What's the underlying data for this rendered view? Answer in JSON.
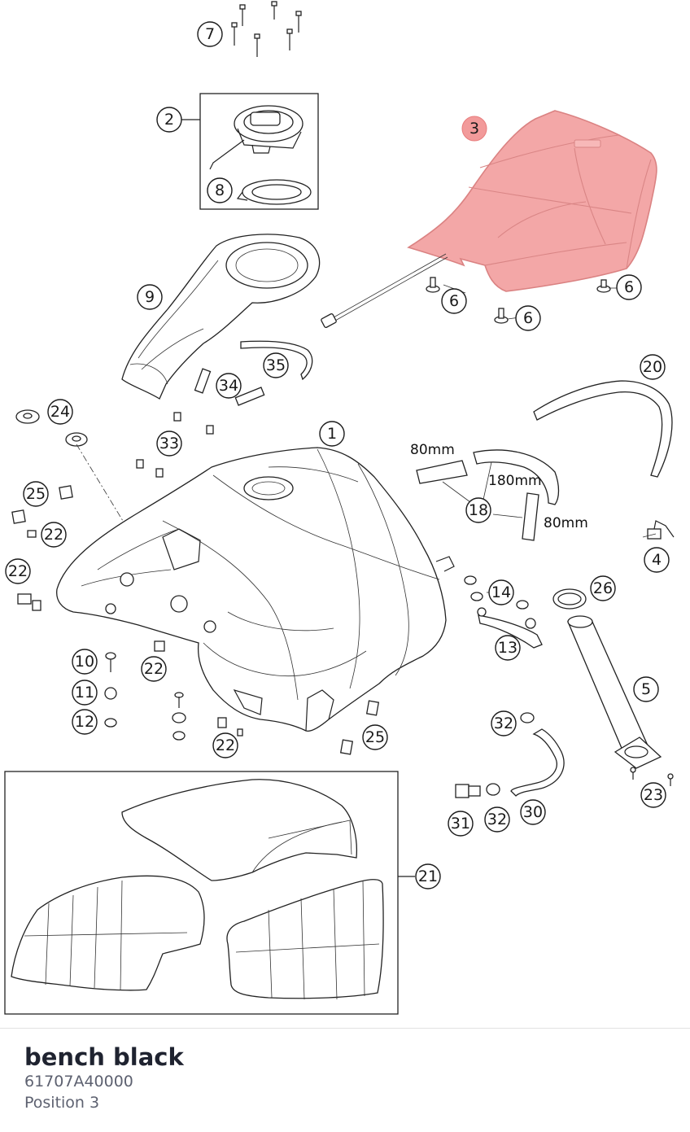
{
  "callouts": [
    {
      "id": "c7",
      "label": "7"
    },
    {
      "id": "c2",
      "label": "2"
    },
    {
      "id": "c8",
      "label": "8"
    },
    {
      "id": "c3",
      "label": "3"
    },
    {
      "id": "c9",
      "label": "9"
    },
    {
      "id": "c6a",
      "label": "6"
    },
    {
      "id": "c6b",
      "label": "6"
    },
    {
      "id": "c6c",
      "label": "6"
    },
    {
      "id": "c35",
      "label": "35"
    },
    {
      "id": "c20",
      "label": "20"
    },
    {
      "id": "c34",
      "label": "34"
    },
    {
      "id": "c24",
      "label": "24"
    },
    {
      "id": "c1",
      "label": "1"
    },
    {
      "id": "c33",
      "label": "33"
    },
    {
      "id": "c18",
      "label": "18"
    },
    {
      "id": "c25a",
      "label": "25"
    },
    {
      "id": "c22a",
      "label": "22"
    },
    {
      "id": "c4",
      "label": "4"
    },
    {
      "id": "c22b",
      "label": "22"
    },
    {
      "id": "c14",
      "label": "14"
    },
    {
      "id": "c26",
      "label": "26"
    },
    {
      "id": "c13",
      "label": "13"
    },
    {
      "id": "c10",
      "label": "10"
    },
    {
      "id": "c22c",
      "label": "22"
    },
    {
      "id": "c5",
      "label": "5"
    },
    {
      "id": "c11",
      "label": "11"
    },
    {
      "id": "c12",
      "label": "12"
    },
    {
      "id": "c32a",
      "label": "32"
    },
    {
      "id": "c25b",
      "label": "25"
    },
    {
      "id": "c22d",
      "label": "22"
    },
    {
      "id": "c23",
      "label": "23"
    },
    {
      "id": "c30",
      "label": "30"
    },
    {
      "id": "c31",
      "label": "31"
    },
    {
      "id": "c32b",
      "label": "32"
    },
    {
      "id": "c21",
      "label": "21"
    }
  ],
  "dimensions": {
    "d80a": "80mm",
    "d180": "180mm",
    "d80b": "80mm"
  },
  "selected_callout": "3",
  "highlight_color": "#f3a3a3",
  "part": {
    "name": "bench black",
    "number": "61707A40000",
    "position": "Position 3"
  }
}
